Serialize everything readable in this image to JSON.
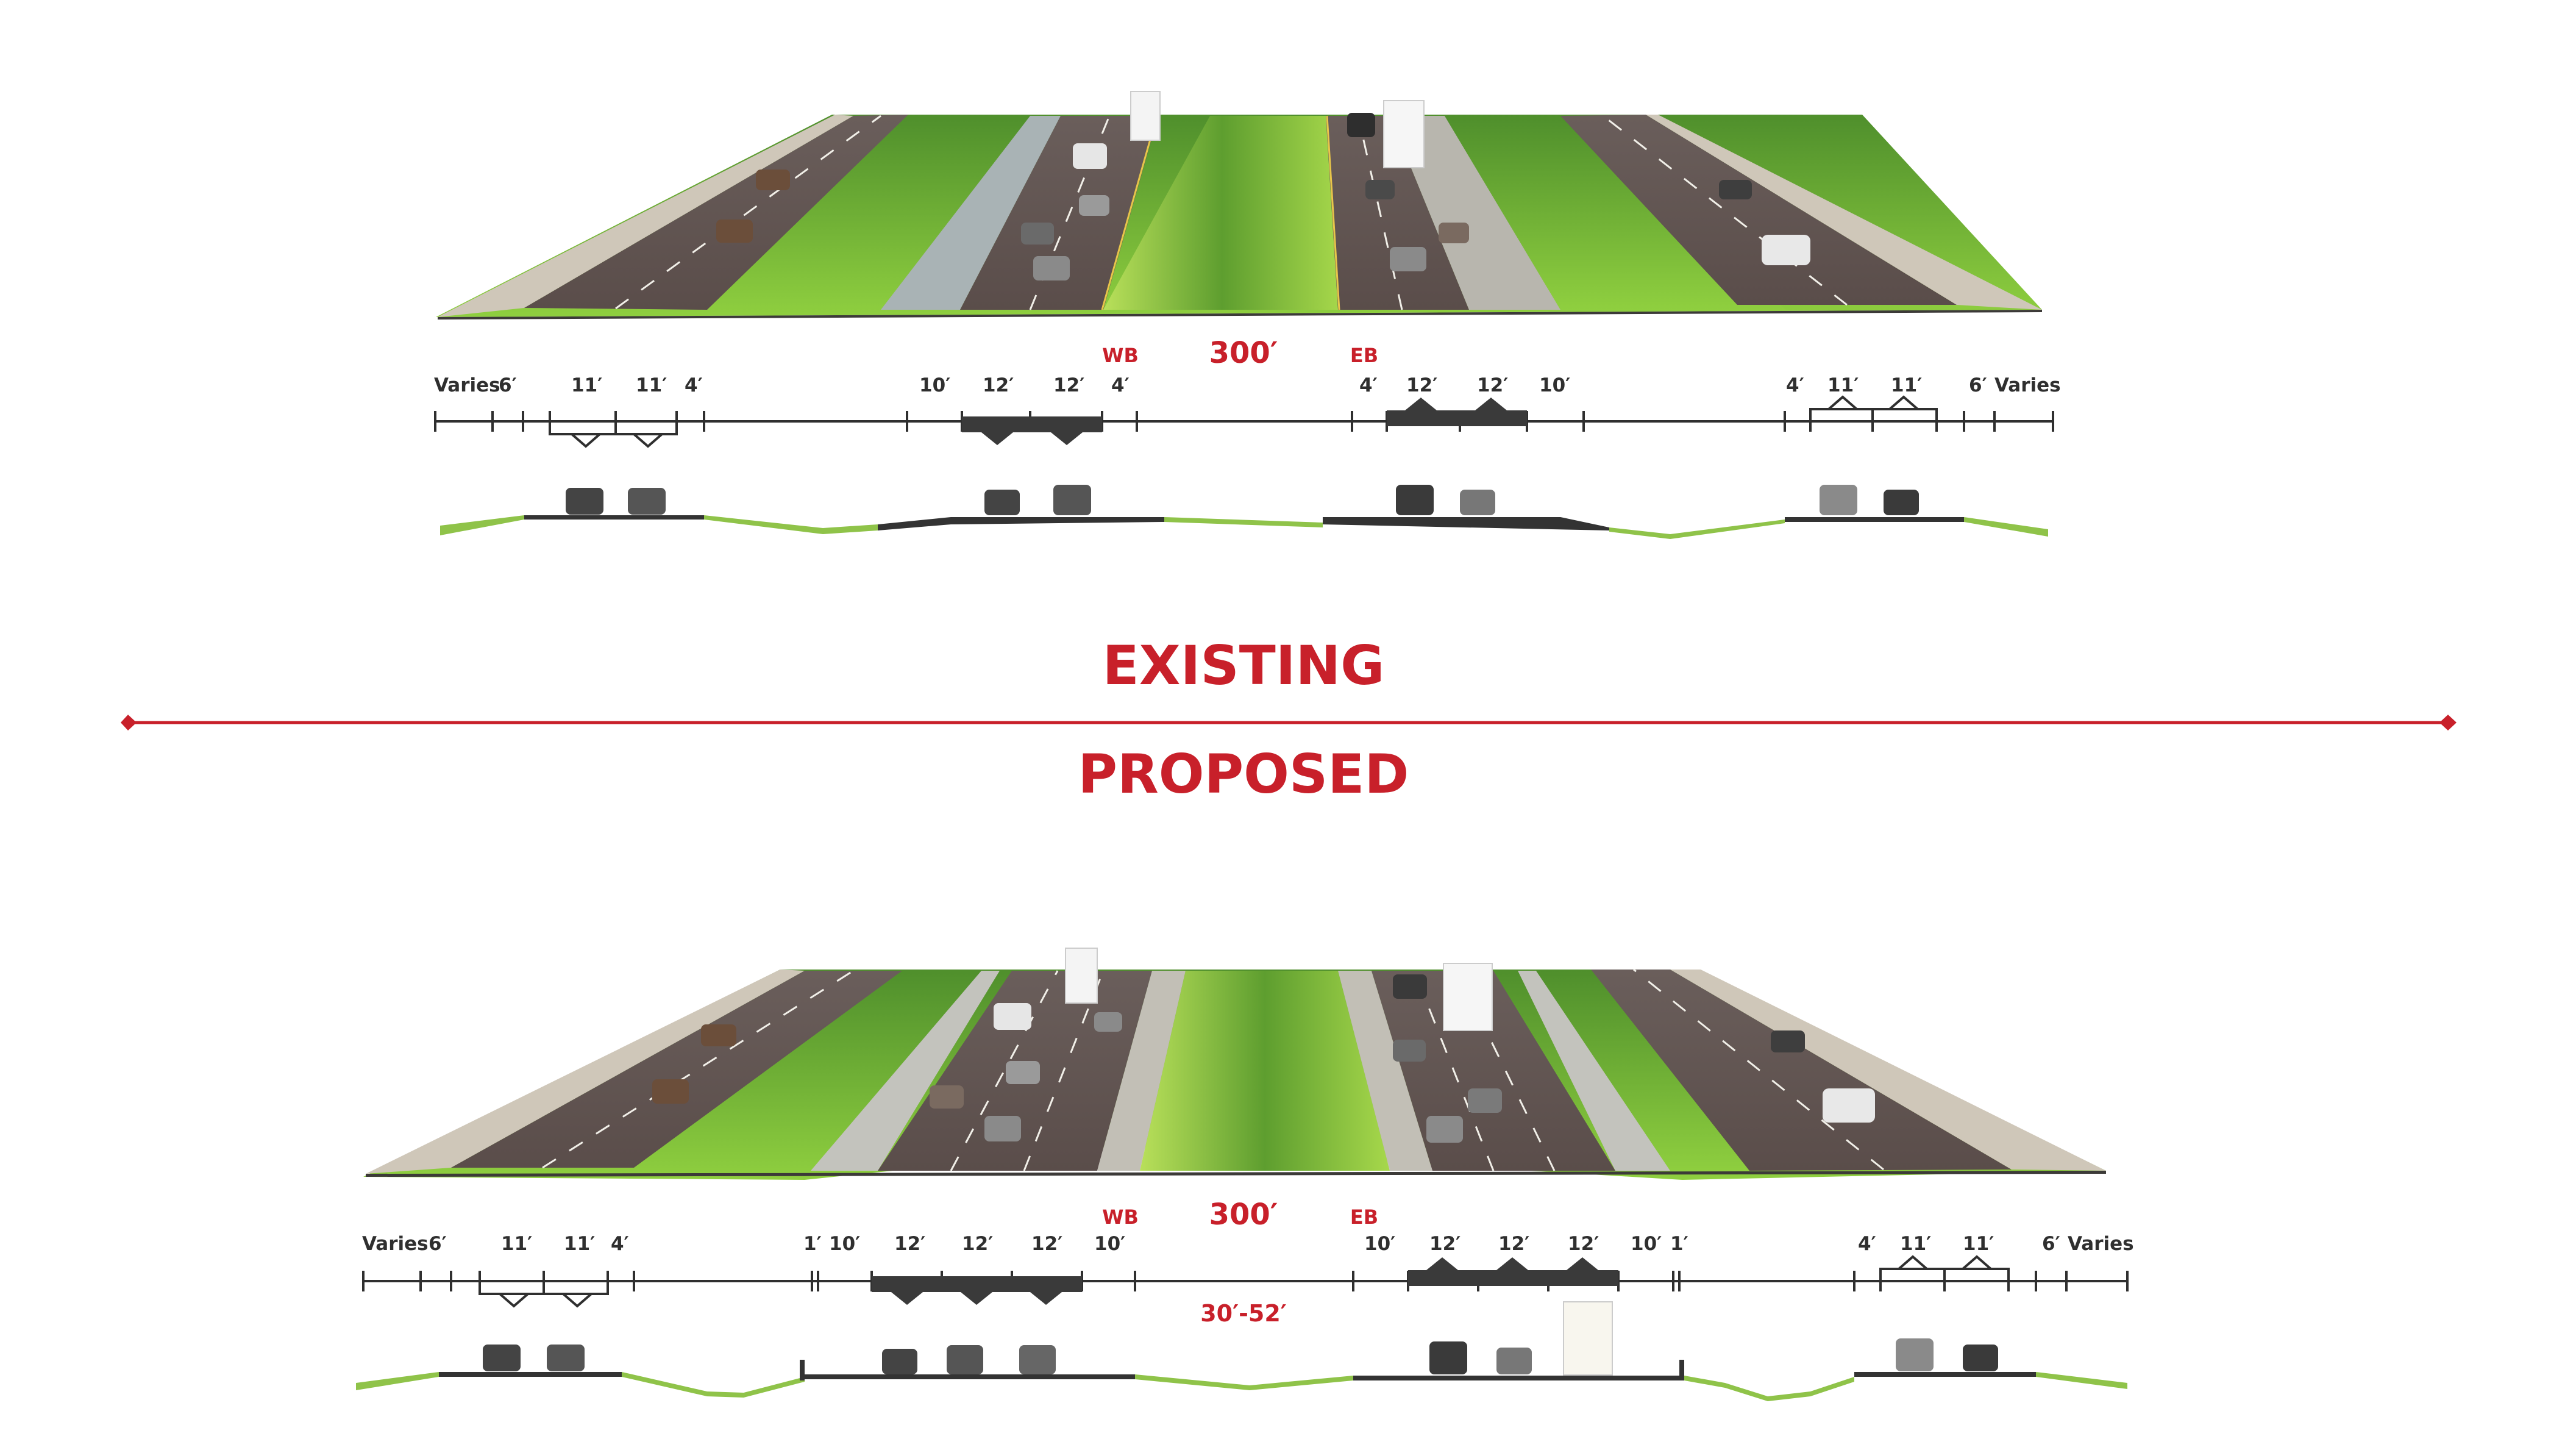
{
  "colors": {
    "accent_red": "#c8202a",
    "asphalt": "#5a4f4c",
    "grass": "#7fba3f",
    "dark_band": "#3a3a3a",
    "divider": "#c8202a"
  },
  "labels": {
    "existing": "EXISTING",
    "proposed": "PROPOSED"
  },
  "existing": {
    "wb": "WB",
    "eb": "EB",
    "width": "300′",
    "dims": {
      "d1": "Varies",
      "d2": "6′",
      "d3": "11′",
      "d4": "11′",
      "d5": "4′",
      "d6": "10′",
      "d7": "12′",
      "d8": "12′",
      "d9": "4′",
      "d10": "4′",
      "d11": "12′",
      "d12": "12′",
      "d13": "10′",
      "d14": "4′",
      "d15": "11′",
      "d16": "11′",
      "d17": "6′",
      "d18": "Varies"
    }
  },
  "proposed": {
    "wb": "WB",
    "eb": "EB",
    "width": "300′",
    "median_range": "30′-52′",
    "dims": {
      "d1": "Varies",
      "d2": "6′",
      "d3": "11′",
      "d4": "11′",
      "d5": "4′",
      "d6": "1′",
      "d7": "10′",
      "d8": "12′",
      "d9": "12′",
      "d10": "12′",
      "d11": "10′",
      "d12": "10′",
      "d13": "12′",
      "d14": "12′",
      "d15": "12′",
      "d16": "10′",
      "d17": "1′",
      "d18": "4′",
      "d19": "11′",
      "d20": "11′",
      "d21": "6′",
      "d22": "Varies"
    }
  }
}
